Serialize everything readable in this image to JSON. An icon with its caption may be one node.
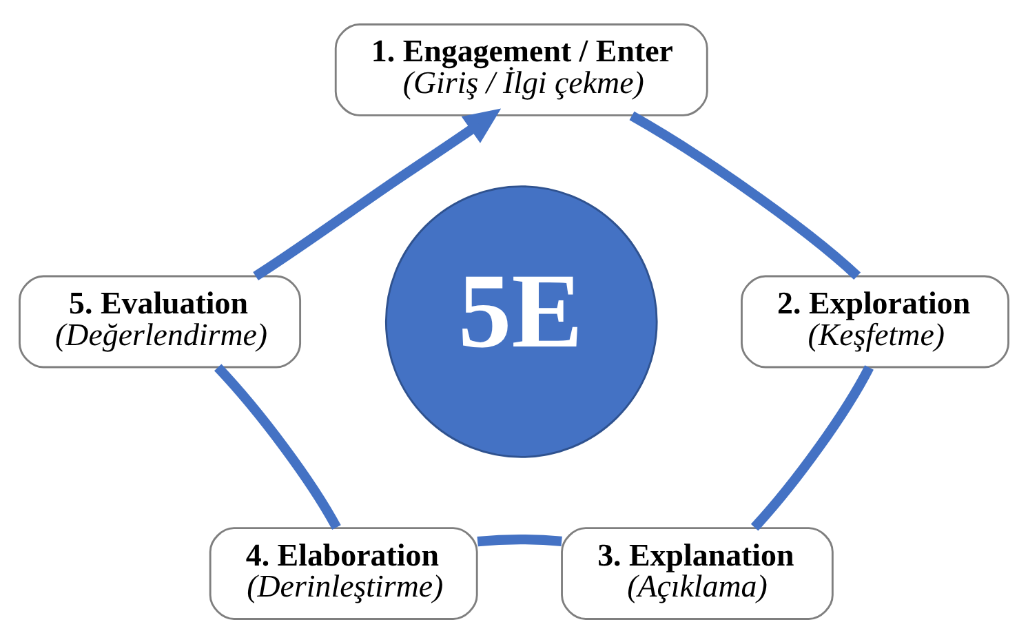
{
  "diagram": {
    "nodes": [
      {
        "text": [
          "1. Engagement / Enter",
          "(Giriş / İlgi çekme)"
        ]
      },
      {
        "text": [
          "2. Exploration",
          "(Keşfetme)"
        ]
      },
      {
        "text": [
          "3. Explanation",
          "(Açıklama)"
        ]
      },
      {
        "text": [
          "4. Elaboration",
          "(Derinleştirme)"
        ]
      },
      {
        "text": [
          "5. Evaluation",
          "(Değerlendirme)"
        ]
      },
      {
        "text": [
          "5E"
        ]
      }
    ],
    "edges": [
      {
        "from": 0,
        "to": 1,
        "arrow": "none"
      },
      {
        "from": 1,
        "to": 2,
        "arrow": "none"
      },
      {
        "from": 2,
        "to": 3,
        "arrow": "none"
      },
      {
        "from": 3,
        "to": 4,
        "arrow": "none"
      },
      {
        "from": 4,
        "to": 0,
        "arrow": "to"
      }
    ]
  }
}
